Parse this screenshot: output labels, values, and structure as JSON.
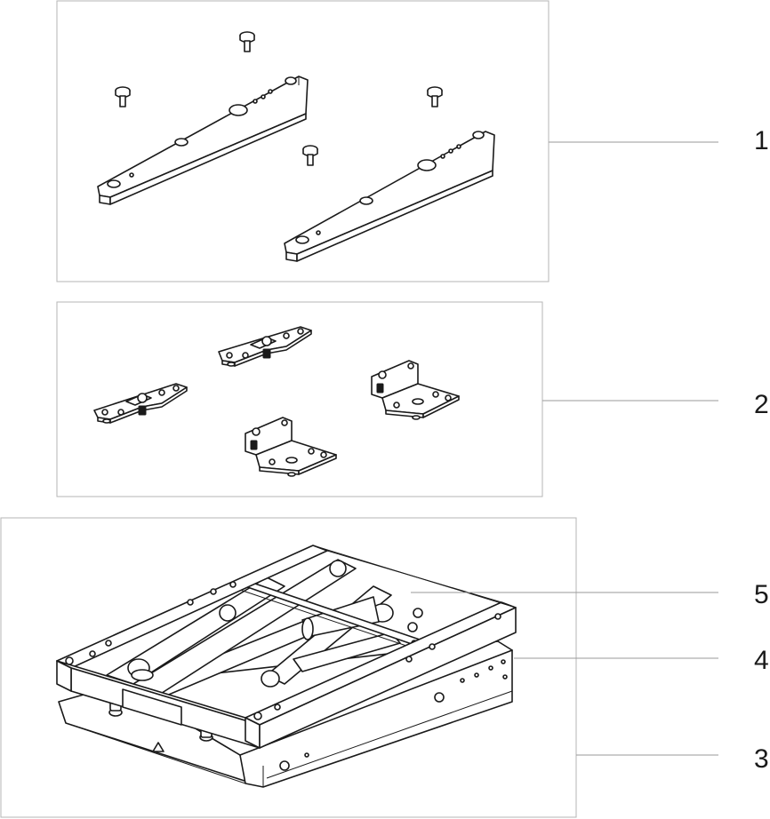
{
  "callouts": [
    {
      "id": "1",
      "label": "1"
    },
    {
      "id": "2",
      "label": "2"
    },
    {
      "id": "5",
      "label": "5"
    },
    {
      "id": "4",
      "label": "4"
    },
    {
      "id": "3",
      "label": "3"
    }
  ],
  "colors": {
    "line": "#1a1a1a",
    "panel_border": "#b5b5b5",
    "leader": "#9a9a9a",
    "background": "#ffffff"
  }
}
